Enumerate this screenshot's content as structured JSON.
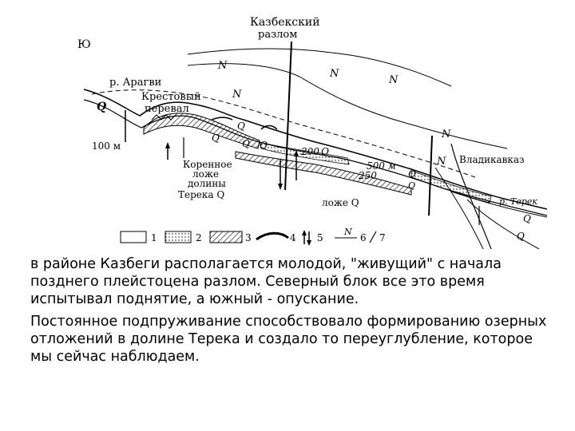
{
  "figure": {
    "fault_title_line1": "Казбекский",
    "fault_title_line2": "разлом",
    "direction_label": "Ю",
    "aragvi_label": "р. Арагви",
    "pass_label_line1": "Крестовый",
    "pass_label_line2": "перевал",
    "scale_label": "100 м",
    "bedrock_line1": "Коренное",
    "bedrock_line2": "ложе",
    "bedrock_line3": "долины",
    "bedrock_line4": "Терека Q",
    "bed_label": "ложе Q",
    "city_label": "Владикавказ",
    "terek_label": "р. Терек",
    "elev_200": "200",
    "elev_500": "500 м",
    "elev_250": "250",
    "n_label": "N",
    "q_label": "Q",
    "legend_numbers": [
      "1",
      "2",
      "3",
      "4",
      "5",
      "6",
      "7"
    ]
  },
  "paragraphs": {
    "p1": "в районе Казбеги располагается молодой, \"живущий\" с начала позднего плейстоцена разлом. Северный блок все это время испытывал поднятие, а южный - опускание.",
    "p2": "Постоянное подпруживание способствовало формированию озерных отложений в долине Терека и создало то переуглубление, которое мы сейчас наблюдаем."
  }
}
